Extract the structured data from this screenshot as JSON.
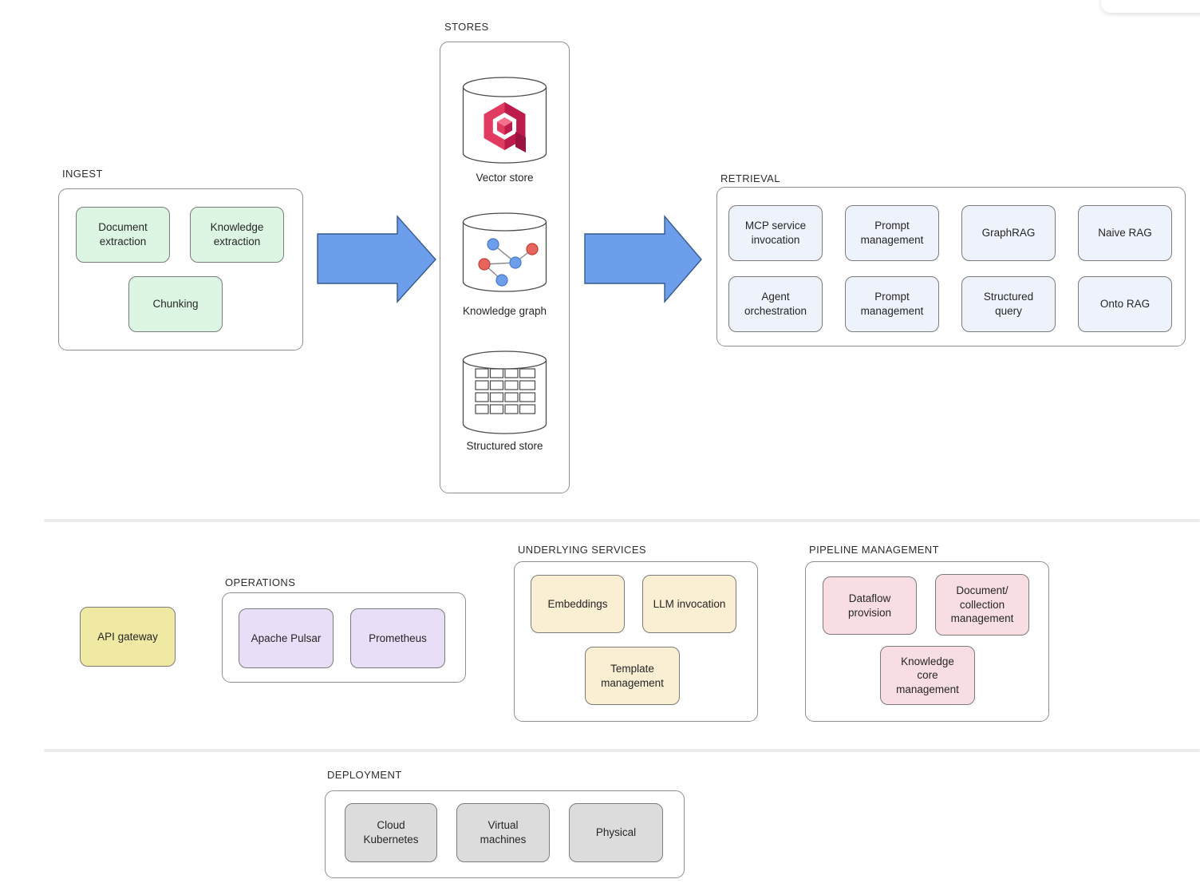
{
  "diagram": {
    "ingest": {
      "label": "INGEST",
      "items": [
        "Document extraction",
        "Knowledge extraction",
        "Chunking"
      ]
    },
    "stores": {
      "label": "STORES",
      "items": [
        {
          "label": "Vector store",
          "icon": "vector-database-icon"
        },
        {
          "label": "Knowledge graph",
          "icon": "graph-database-icon"
        },
        {
          "label": "Structured store",
          "icon": "table-database-icon"
        }
      ]
    },
    "retrieval": {
      "label": "RETRIEVAL",
      "items": [
        "MCP service invocation",
        "Prompt management",
        "GraphRAG",
        "Naive RAG",
        "Agent orchestration",
        "Prompt management",
        "Structured query",
        "Onto RAG"
      ]
    },
    "api_gateway": {
      "label": "API gateway"
    },
    "operations": {
      "label": "OPERATIONS",
      "items": [
        "Apache Pulsar",
        "Prometheus"
      ]
    },
    "underlying_services": {
      "label": "UNDERLYING SERVICES",
      "items": [
        "Embeddings",
        "LLM invocation",
        "Template management"
      ]
    },
    "pipeline_management": {
      "label": "PIPELINE MANAGEMENT",
      "items": [
        "Dataflow provision",
        "Document/ collection management",
        "Knowledge core management"
      ]
    },
    "deployment": {
      "label": "DEPLOYMENT",
      "items": [
        "Cloud Kubernetes",
        "Virtual machines",
        "Physical"
      ]
    }
  },
  "colors": {
    "ingest_fill": "#ddf6e4",
    "retrieval_fill": "#edf2fb",
    "gateway_fill": "#f0e9a3",
    "operations_fill": "#e9def7",
    "services_fill": "#faeed3",
    "pipeline_fill": "#f8dee3",
    "deployment_fill": "#dcdcdc",
    "arrow_fill": "#6d9eeb",
    "arrow_stroke": "#37598c",
    "node_blue": "#6d9eeb",
    "node_red": "#e8655c",
    "logo_red_mid": "#e13b62",
    "logo_red_dark": "#bc1c4b",
    "logo_red_light": "#f4718d"
  }
}
